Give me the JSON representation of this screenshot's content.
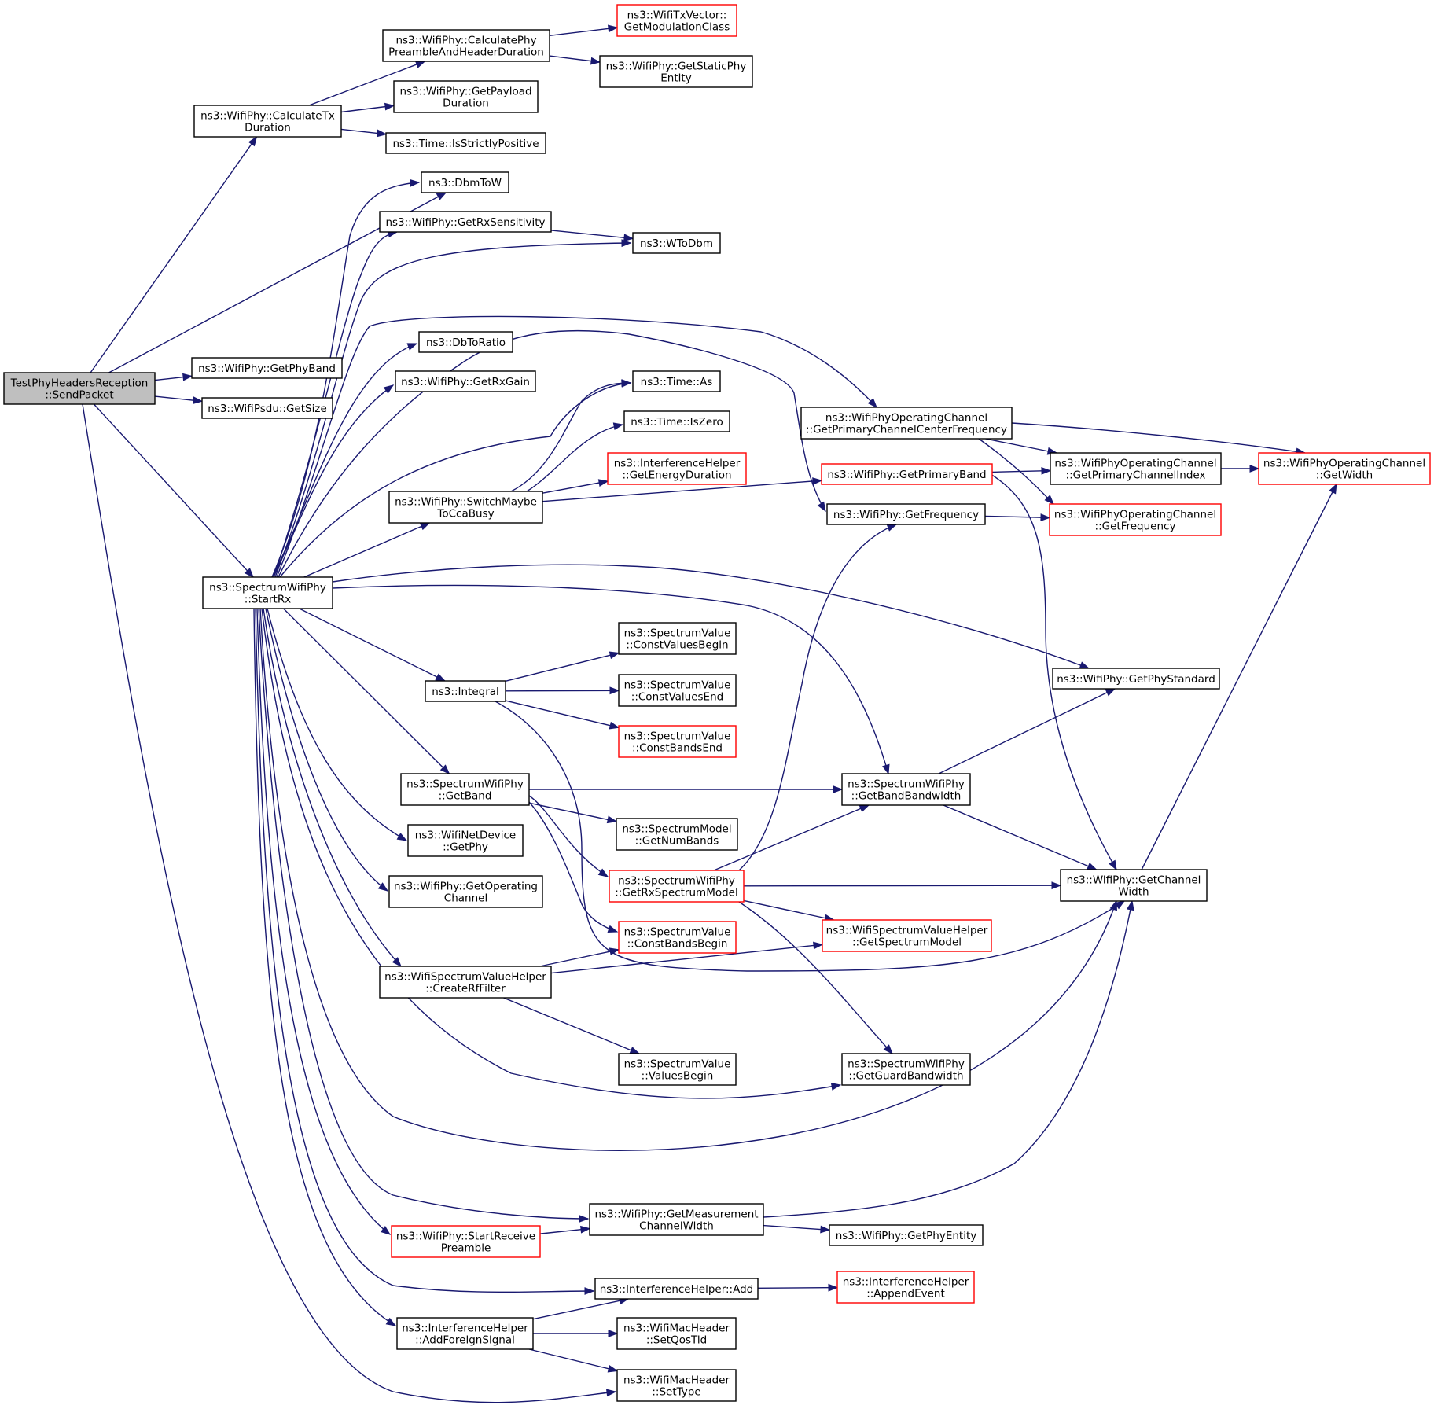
{
  "colors": {
    "edge": "#191970",
    "root_fill": "#bfbfbf",
    "red_border": "#ff0000",
    "border": "#000000"
  },
  "nodes": {
    "send_packet": {
      "lines": [
        "TestPhyHeadersReception",
        "::SendPacket"
      ],
      "style": "root"
    },
    "calc_tx_duration": {
      "lines": [
        "ns3::WifiPhy::CalculateTx",
        "Duration"
      ],
      "style": "normal"
    },
    "calc_preamble": {
      "lines": [
        "ns3::WifiPhy::CalculatePhy",
        "PreambleAndHeaderDuration"
      ],
      "style": "normal"
    },
    "get_modulation_class": {
      "lines": [
        "ns3::WifiTxVector::",
        "GetModulationClass"
      ],
      "style": "red"
    },
    "get_static_phy_entity": {
      "lines": [
        "ns3::WifiPhy::GetStaticPhy",
        "Entity"
      ],
      "style": "normal"
    },
    "get_payload_duration": {
      "lines": [
        "ns3::WifiPhy::GetPayload",
        "Duration"
      ],
      "style": "normal"
    },
    "is_strictly_positive": {
      "lines": [
        "ns3::Time::IsStrictlyPositive"
      ],
      "style": "normal"
    },
    "dbm_to_w": {
      "lines": [
        "ns3::DbmToW"
      ],
      "style": "normal"
    },
    "get_rx_sensitivity": {
      "lines": [
        "ns3::WifiPhy::GetRxSensitivity"
      ],
      "style": "normal"
    },
    "w_to_dbm": {
      "lines": [
        "ns3::WToDbm"
      ],
      "style": "normal"
    },
    "db_to_ratio": {
      "lines": [
        "ns3::DbToRatio"
      ],
      "style": "normal"
    },
    "get_phy_band": {
      "lines": [
        "ns3::WifiPhy::GetPhyBand"
      ],
      "style": "normal"
    },
    "get_rx_gain": {
      "lines": [
        "ns3::WifiPhy::GetRxGain"
      ],
      "style": "normal"
    },
    "psdu_get_size": {
      "lines": [
        "ns3::WifiPsdu::GetSize"
      ],
      "style": "normal"
    },
    "time_as": {
      "lines": [
        "ns3::Time::As"
      ],
      "style": "normal"
    },
    "time_is_zero": {
      "lines": [
        "ns3::Time::IsZero"
      ],
      "style": "normal"
    },
    "get_energy_duration": {
      "lines": [
        "ns3::InterferenceHelper",
        "::GetEnergyDuration"
      ],
      "style": "red"
    },
    "switch_cca_busy": {
      "lines": [
        "ns3::WifiPhy::SwitchMaybe",
        "ToCcaBusy"
      ],
      "style": "normal"
    },
    "get_primary_center_freq": {
      "lines": [
        "ns3::WifiPhyOperatingChannel",
        "::GetPrimaryChannelCenterFrequency"
      ],
      "style": "normal"
    },
    "get_primary_band": {
      "lines": [
        "ns3::WifiPhy::GetPrimaryBand"
      ],
      "style": "red"
    },
    "get_primary_channel_index": {
      "lines": [
        "ns3::WifiPhyOperatingChannel",
        "::GetPrimaryChannelIndex"
      ],
      "style": "normal"
    },
    "op_get_width": {
      "lines": [
        "ns3::WifiPhyOperatingChannel",
        "::GetWidth"
      ],
      "style": "red"
    },
    "get_frequency": {
      "lines": [
        "ns3::WifiPhy::GetFrequency"
      ],
      "style": "normal"
    },
    "op_get_frequency": {
      "lines": [
        "ns3::WifiPhyOperatingChannel",
        "::GetFrequency"
      ],
      "style": "red"
    },
    "start_rx": {
      "lines": [
        "ns3::SpectrumWifiPhy",
        "::StartRx"
      ],
      "style": "normal"
    },
    "const_values_begin": {
      "lines": [
        "ns3::SpectrumValue",
        "::ConstValuesBegin"
      ],
      "style": "normal"
    },
    "integral": {
      "lines": [
        "ns3::Integral"
      ],
      "style": "normal"
    },
    "const_values_end": {
      "lines": [
        "ns3::SpectrumValue",
        "::ConstValuesEnd"
      ],
      "style": "normal"
    },
    "get_phy_standard": {
      "lines": [
        "ns3::WifiPhy::GetPhyStandard"
      ],
      "style": "normal"
    },
    "const_bands_end": {
      "lines": [
        "ns3::SpectrumValue",
        "::ConstBandsEnd"
      ],
      "style": "red"
    },
    "get_band": {
      "lines": [
        "ns3::SpectrumWifiPhy",
        "::GetBand"
      ],
      "style": "normal"
    },
    "get_band_bandwidth": {
      "lines": [
        "ns3::SpectrumWifiPhy",
        "::GetBandBandwidth"
      ],
      "style": "normal"
    },
    "get_num_bands": {
      "lines": [
        "ns3::SpectrumModel",
        "::GetNumBands"
      ],
      "style": "normal"
    },
    "net_device_get_phy": {
      "lines": [
        "ns3::WifiNetDevice",
        "::GetPhy"
      ],
      "style": "normal"
    },
    "get_rx_spectrum_model": {
      "lines": [
        "ns3::SpectrumWifiPhy",
        "::GetRxSpectrumModel"
      ],
      "style": "red"
    },
    "get_channel_width": {
      "lines": [
        "ns3::WifiPhy::GetChannel",
        "Width"
      ],
      "style": "normal"
    },
    "get_operating_channel": {
      "lines": [
        "ns3::WifiPhy::GetOperating",
        "Channel"
      ],
      "style": "normal"
    },
    "const_bands_begin": {
      "lines": [
        "ns3::SpectrumValue",
        "::ConstBandsBegin"
      ],
      "style": "red"
    },
    "get_spectrum_model": {
      "lines": [
        "ns3::WifiSpectrumValueHelper",
        "::GetSpectrumModel"
      ],
      "style": "red"
    },
    "create_rf_filter": {
      "lines": [
        "ns3::WifiSpectrumValueHelper",
        "::CreateRfFilter"
      ],
      "style": "normal"
    },
    "values_begin": {
      "lines": [
        "ns3::SpectrumValue",
        "::ValuesBegin"
      ],
      "style": "normal"
    },
    "get_guard_bandwidth": {
      "lines": [
        "ns3::SpectrumWifiPhy",
        "::GetGuardBandwidth"
      ],
      "style": "normal"
    },
    "get_measurement_width": {
      "lines": [
        "ns3::WifiPhy::GetMeasurement",
        "ChannelWidth"
      ],
      "style": "normal"
    },
    "start_receive_preamble": {
      "lines": [
        "ns3::WifiPhy::StartReceive",
        "Preamble"
      ],
      "style": "red"
    },
    "get_phy_entity": {
      "lines": [
        "ns3::WifiPhy::GetPhyEntity"
      ],
      "style": "normal"
    },
    "interference_add": {
      "lines": [
        "ns3::InterferenceHelper::Add"
      ],
      "style": "normal"
    },
    "append_event": {
      "lines": [
        "ns3::InterferenceHelper",
        "::AppendEvent"
      ],
      "style": "red"
    },
    "add_foreign_signal": {
      "lines": [
        "ns3::InterferenceHelper",
        "::AddForeignSignal"
      ],
      "style": "normal"
    },
    "set_qos_tid": {
      "lines": [
        "ns3::WifiMacHeader",
        "::SetQosTid"
      ],
      "style": "normal"
    },
    "set_type": {
      "lines": [
        "ns3::WifiMacHeader",
        "::SetType"
      ],
      "style": "normal"
    }
  },
  "edges": [
    [
      "send_packet",
      "calc_tx_duration"
    ],
    [
      "send_packet",
      "dbm_to_w"
    ],
    [
      "send_packet",
      "get_phy_band"
    ],
    [
      "send_packet",
      "psdu_get_size"
    ],
    [
      "send_packet",
      "start_rx"
    ],
    [
      "send_packet",
      "set_type"
    ],
    [
      "calc_tx_duration",
      "calc_preamble"
    ],
    [
      "calc_tx_duration",
      "get_payload_duration"
    ],
    [
      "calc_tx_duration",
      "is_strictly_positive"
    ],
    [
      "calc_preamble",
      "get_modulation_class"
    ],
    [
      "calc_preamble",
      "get_static_phy_entity"
    ],
    [
      "start_rx",
      "dbm_to_w"
    ],
    [
      "start_rx",
      "get_rx_sensitivity"
    ],
    [
      "start_rx",
      "w_to_dbm"
    ],
    [
      "start_rx",
      "get_primary_center_freq"
    ],
    [
      "start_rx",
      "db_to_ratio"
    ],
    [
      "start_rx",
      "get_frequency"
    ],
    [
      "start_rx",
      "get_rx_gain"
    ],
    [
      "start_rx",
      "time_as"
    ],
    [
      "start_rx",
      "switch_cca_busy"
    ],
    [
      "start_rx",
      "get_phy_standard"
    ],
    [
      "start_rx",
      "get_band_bandwidth"
    ],
    [
      "start_rx",
      "integral"
    ],
    [
      "start_rx",
      "get_band"
    ],
    [
      "start_rx",
      "net_device_get_phy"
    ],
    [
      "start_rx",
      "get_operating_channel"
    ],
    [
      "start_rx",
      "create_rf_filter"
    ],
    [
      "start_rx",
      "get_guard_bandwidth"
    ],
    [
      "start_rx",
      "get_channel_width"
    ],
    [
      "start_rx",
      "get_measurement_width"
    ],
    [
      "start_rx",
      "start_receive_preamble"
    ],
    [
      "start_rx",
      "interference_add"
    ],
    [
      "start_rx",
      "add_foreign_signal"
    ],
    [
      "get_rx_sensitivity",
      "w_to_dbm"
    ],
    [
      "switch_cca_busy",
      "time_as"
    ],
    [
      "switch_cca_busy",
      "time_is_zero"
    ],
    [
      "switch_cca_busy",
      "get_energy_duration"
    ],
    [
      "switch_cca_busy",
      "get_primary_band"
    ],
    [
      "get_primary_center_freq",
      "get_primary_channel_index"
    ],
    [
      "get_primary_center_freq",
      "op_get_width"
    ],
    [
      "get_primary_center_freq",
      "op_get_frequency"
    ],
    [
      "get_primary_band",
      "get_primary_channel_index"
    ],
    [
      "get_primary_band",
      "get_channel_width"
    ],
    [
      "get_primary_channel_index",
      "op_get_width"
    ],
    [
      "get_frequency",
      "op_get_frequency"
    ],
    [
      "integral",
      "const_values_begin"
    ],
    [
      "integral",
      "const_values_end"
    ],
    [
      "integral",
      "const_bands_end"
    ],
    [
      "integral",
      "get_channel_width"
    ],
    [
      "get_band",
      "get_band_bandwidth"
    ],
    [
      "get_band",
      "get_num_bands"
    ],
    [
      "get_band",
      "get_rx_spectrum_model"
    ],
    [
      "get_band",
      "const_bands_begin"
    ],
    [
      "get_band_bandwidth",
      "get_phy_standard"
    ],
    [
      "get_band_bandwidth",
      "get_channel_width"
    ],
    [
      "get_rx_spectrum_model",
      "get_frequency"
    ],
    [
      "get_rx_spectrum_model",
      "get_band_bandwidth"
    ],
    [
      "get_rx_spectrum_model",
      "get_channel_width"
    ],
    [
      "get_rx_spectrum_model",
      "get_spectrum_model"
    ],
    [
      "get_rx_spectrum_model",
      "get_guard_bandwidth"
    ],
    [
      "get_channel_width",
      "op_get_width"
    ],
    [
      "create_rf_filter",
      "const_bands_begin"
    ],
    [
      "create_rf_filter",
      "get_spectrum_model"
    ],
    [
      "create_rf_filter",
      "values_begin"
    ],
    [
      "get_measurement_width",
      "get_channel_width"
    ],
    [
      "get_measurement_width",
      "get_phy_entity"
    ],
    [
      "start_receive_preamble",
      "get_measurement_width"
    ],
    [
      "interference_add",
      "append_event"
    ],
    [
      "add_foreign_signal",
      "interference_add"
    ],
    [
      "add_foreign_signal",
      "set_qos_tid"
    ],
    [
      "add_foreign_signal",
      "set_type"
    ]
  ]
}
